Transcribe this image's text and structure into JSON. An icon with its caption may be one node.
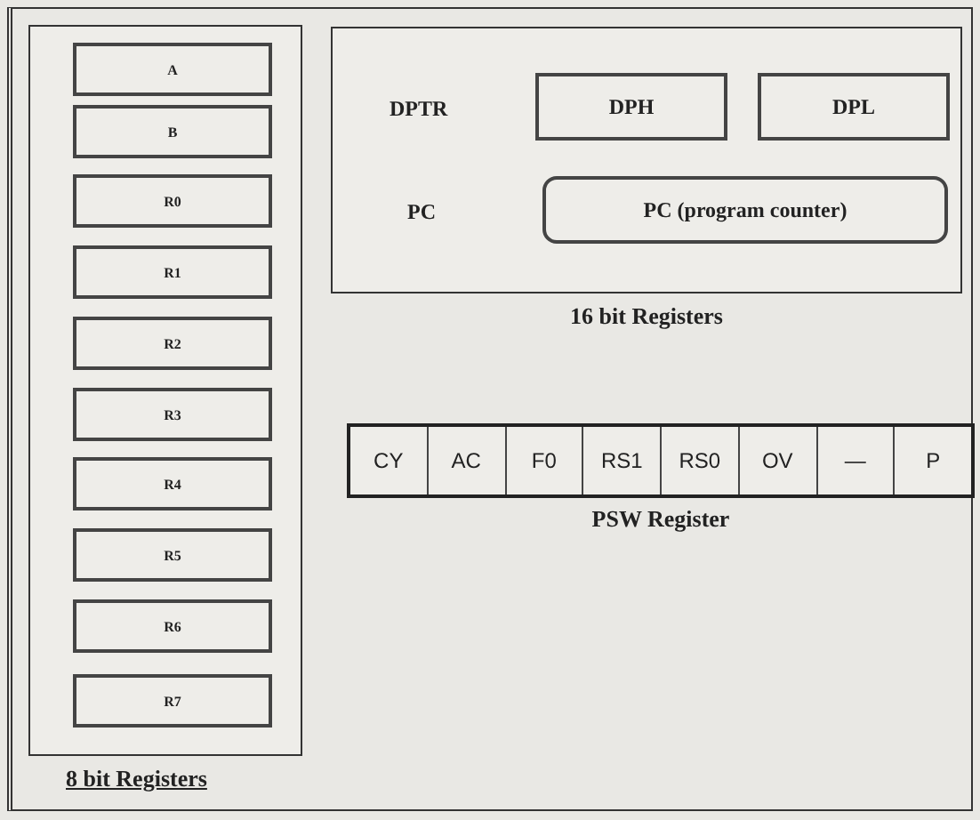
{
  "diagram": {
    "nodes": [
      {
        "text": [
          "8 bit Registers"
        ]
      },
      {
        "text": [
          "A"
        ],
        "in": 0
      },
      {
        "text": [
          "B"
        ],
        "in": 0
      },
      {
        "text": [
          "R0"
        ],
        "in": 0
      },
      {
        "text": [
          "R1"
        ],
        "in": 0
      },
      {
        "text": [
          "R2"
        ],
        "in": 0
      },
      {
        "text": [
          "R3"
        ],
        "in": 0
      },
      {
        "text": [
          "R4"
        ],
        "in": 0
      },
      {
        "text": [
          "R5"
        ],
        "in": 0
      },
      {
        "text": [
          "R6"
        ],
        "in": 0
      },
      {
        "text": [
          "R7"
        ],
        "in": 0
      },
      {
        "text": [
          "16 bit Registers"
        ]
      },
      {
        "text": [
          "DPH"
        ],
        "in": 11
      },
      {
        "text": [
          "DPL"
        ],
        "in": 11
      },
      {
        "text": [
          "PC (program counter)"
        ],
        "in": 11
      },
      {
        "text": [
          "PSW Register"
        ]
      },
      {
        "text": [
          "CY"
        ],
        "in": 15
      },
      {
        "text": [
          "AC"
        ],
        "in": 15
      },
      {
        "text": [
          "F0"
        ],
        "in": 15
      },
      {
        "text": [
          "RS1"
        ],
        "in": 15
      },
      {
        "text": [
          "RS0"
        ],
        "in": 15
      },
      {
        "text": [
          "OV"
        ],
        "in": 15
      },
      {
        "text": [
          "—"
        ],
        "in": 15
      },
      {
        "text": [
          "P"
        ],
        "in": 15
      }
    ],
    "labels": [
      "DPTR",
      "PC"
    ]
  }
}
